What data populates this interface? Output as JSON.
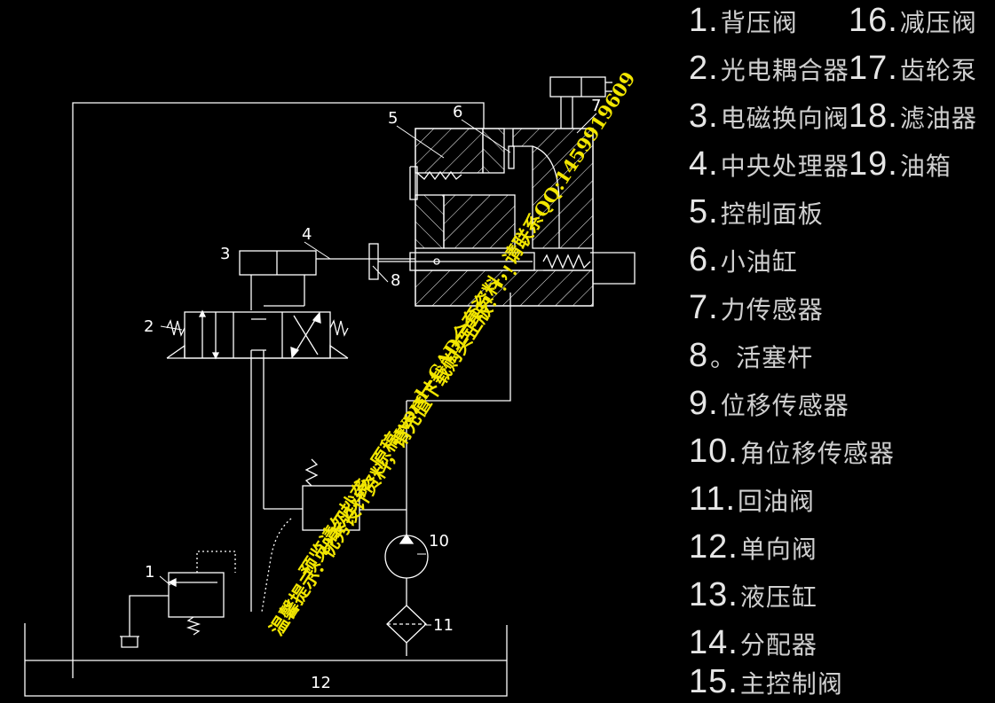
{
  "callouts": {
    "c1": "1",
    "c2": "2",
    "c3": "3",
    "c4": "4",
    "c5": "5",
    "c6": "6",
    "c7": "7",
    "c8": "8",
    "c10": "10",
    "c11": "11",
    "c12": "12"
  },
  "legend": [
    {
      "num": "1.",
      "name": "背压阀"
    },
    {
      "num": "2.",
      "name": "光电耦合器"
    },
    {
      "num": "3.",
      "name": "电磁换向阀"
    },
    {
      "num": "4.",
      "name": "中央处理器"
    },
    {
      "num": "5.",
      "name": "控制面板"
    },
    {
      "num": "6.",
      "name": "小油缸"
    },
    {
      "num": "7.",
      "name": "力传感器"
    },
    {
      "num": "8",
      "name": "。活塞杆"
    },
    {
      "num": "9.",
      "name": "位移传感器"
    },
    {
      "num": "10.",
      "name": "角位移传感器"
    },
    {
      "num": "11.",
      "name": "回油阀"
    },
    {
      "num": "12.",
      "name": "单向阀"
    },
    {
      "num": "13.",
      "name": "液压缸"
    },
    {
      "num": "14.",
      "name": "分配器"
    },
    {
      "num": "15.",
      "name": "主控制阀"
    },
    {
      "num": "16.",
      "name": "减压阀"
    },
    {
      "num": "17.",
      "name": "齿轮泵"
    },
    {
      "num": "18.",
      "name": "滤油器"
    },
    {
      "num": "19.",
      "name": "油箱"
    }
  ],
  "watermark": {
    "line1": "预览请勿抄袭，原稿word+CAD全套资料，请联系QQ:1459919609",
    "line2": "温馨提示：优秀设计资料，请充值下载购买正版！！！"
  },
  "colors": {
    "line": "#ffffff",
    "text": "#cfcfcf",
    "watermark": "#f2e600",
    "background": "#000000"
  }
}
